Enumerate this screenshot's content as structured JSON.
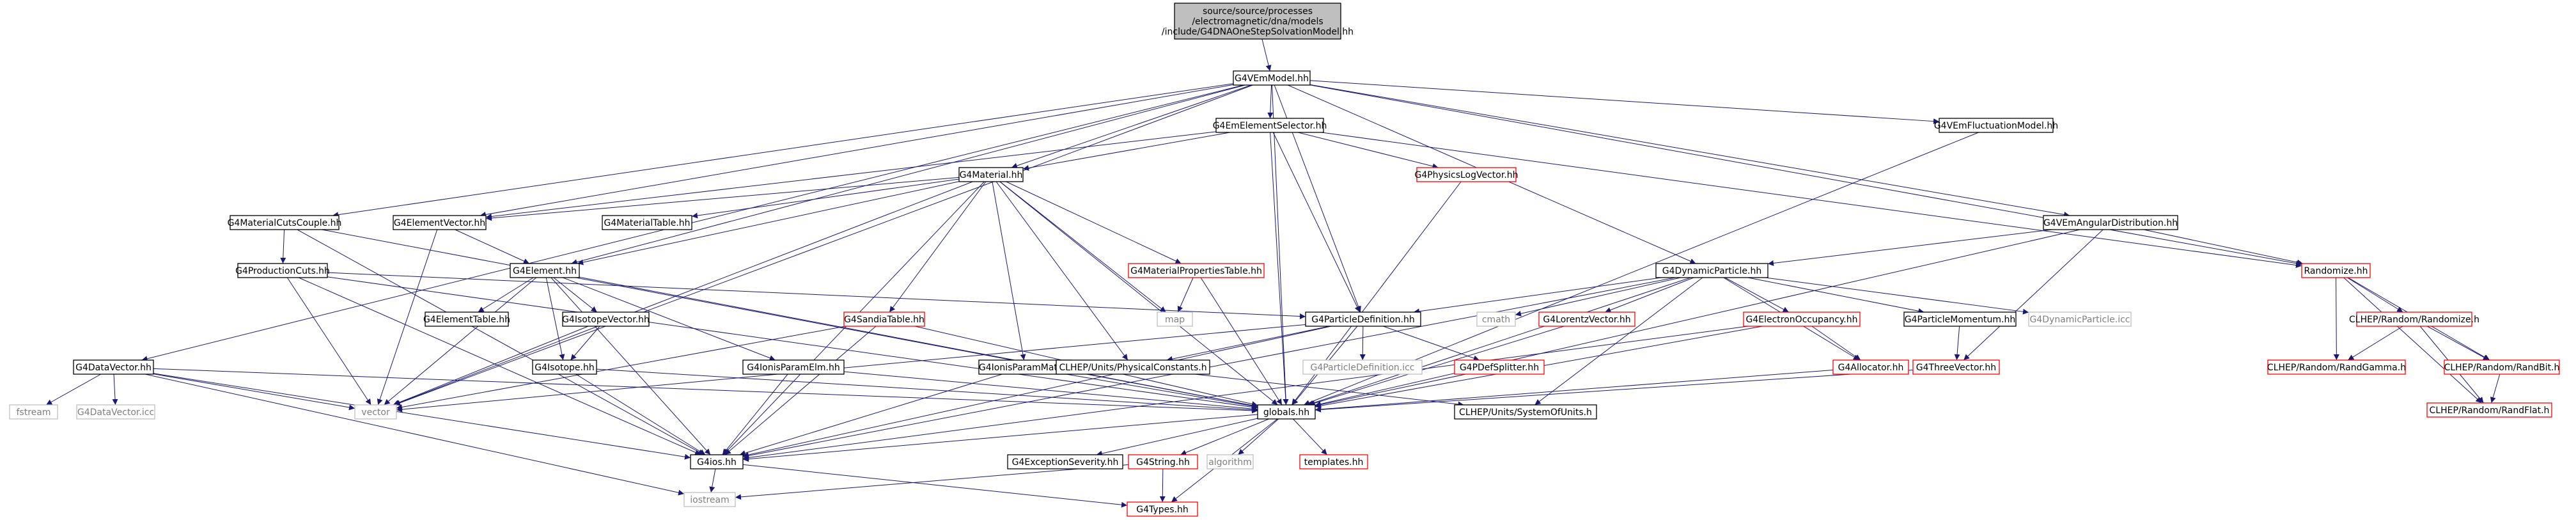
{
  "colors": {
    "edge": "#191970",
    "focus_fill": "#bfbfbf",
    "focus_text": "#000000",
    "normal_border": "#000000",
    "link_border": "#ff0000",
    "muted_border": "#bfbfbf",
    "muted_text": "#808080",
    "text": "#000000"
  },
  "nodes": {
    "focus": "source/source/processes\n/electromagnetic/dna/models\n/include/G4DNAOneStepSolvationModel.hh",
    "vemmodel": "G4VEmModel.hh",
    "emelemsel": "G4EmElementSelector.hh",
    "vemfluct": "G4VEmFluctuationModel.hh",
    "material": "G4Material.hh",
    "physlogvec": "G4PhysicsLogVector.hh",
    "matcutscouple": "G4MaterialCutsCouple.hh",
    "elementvector": "G4ElementVector.hh",
    "materialtable": "G4MaterialTable.hh",
    "vemangular": "G4VEmAngularDistribution.hh",
    "randomize": "Randomize.hh",
    "prodcuts": "G4ProductionCuts.hh",
    "element": "G4Element.hh",
    "matproptable": "G4MaterialPropertiesTable.hh",
    "dynpart": "G4DynamicParticle.hh",
    "clhep_randomize": "CLHEP/Random/Randomize.h",
    "elementtable": "G4ElementTable.hh",
    "isotopevector": "G4IsotopeVector.hh",
    "sandiatable": "G4SandiaTable.hh",
    "map": "map",
    "cmath": "cmath",
    "partdef": "G4ParticleDefinition.hh",
    "lorentz": "G4LorentzVector.hh",
    "electronocc": "G4ElectronOccupancy.hh",
    "partmomentum": "G4ParticleMomentum.hh",
    "dynpart_icc": "G4DynamicParticle.icc",
    "randgamma": "CLHEP/Random/RandGamma.h",
    "randbit": "CLHEP/Random/RandBit.h",
    "datavector": "G4DataVector.hh",
    "isotope": "G4Isotope.hh",
    "ionisparamelm": "G4IonisParamElm.hh",
    "ionisparammat": "G4IonisParamMat.hh",
    "physconst": "CLHEP/Units/PhysicalConstants.h",
    "partdef_icc": "G4ParticleDefinition.icc",
    "pdefsplitter": "G4PDefSplitter.hh",
    "allocator": "G4Allocator.hh",
    "threevector": "G4ThreeVector.hh",
    "randflat": "CLHEP/Random/RandFlat.h",
    "fstream": "fstream",
    "datavector_icc": "G4DataVector.icc",
    "vector": "vector",
    "globals": "globals.hh",
    "sysofunits": "CLHEP/Units/SystemOfUnits.h",
    "g4ios": "G4ios.hh",
    "exceptionsev": "G4ExceptionSeverity.hh",
    "g4string": "G4String.hh",
    "algorithm": "algorithm",
    "templates": "templates.hh",
    "iostream": "iostream",
    "g4types": "G4Types.hh"
  }
}
